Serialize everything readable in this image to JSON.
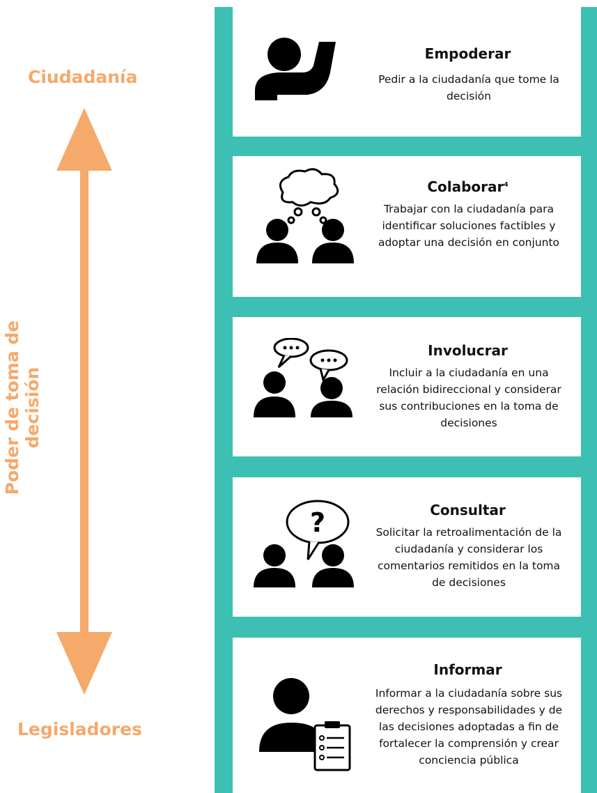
{
  "axis": {
    "top_label": "Ciudadanía",
    "bottom_label": "Legisladores",
    "vertical_label": "Poder de toma de decisión"
  },
  "colors": {
    "accent": "#f5a96b",
    "ladder": "#3dbfb3",
    "text": "#111111"
  },
  "levels": [
    {
      "title": "Empoderar",
      "footnote": "",
      "description": "Pedir a la ciudadanía que tome la decisión",
      "icon": "raised-hand-person-icon"
    },
    {
      "title": "Colaborar",
      "footnote": "4",
      "description": "Trabajar con la ciudadanía para identificar soluciones factibles y adoptar una decisión en conjunto",
      "icon": "two-people-shared-thought-icon"
    },
    {
      "title": "Involucrar",
      "footnote": "",
      "description": "Incluir a la ciudadanía en una relación bidireccional y considerar sus contribuciones en la toma de decisiones",
      "icon": "two-people-speech-bubbles-icon"
    },
    {
      "title": "Consultar",
      "footnote": "",
      "description": "Solicitar la retroalimentación de la ciudadanía y considerar los comentarios remitidos en la toma de decisiones",
      "icon": "two-people-question-bubble-icon"
    },
    {
      "title": "Informar",
      "footnote": "",
      "description": "Informar a la ciudadanía sobre sus derechos y responsabilidades y de las decisiones adoptadas a fin de fortalecer la comprensión y crear conciencia pública",
      "icon": "person-clipboard-icon"
    }
  ]
}
